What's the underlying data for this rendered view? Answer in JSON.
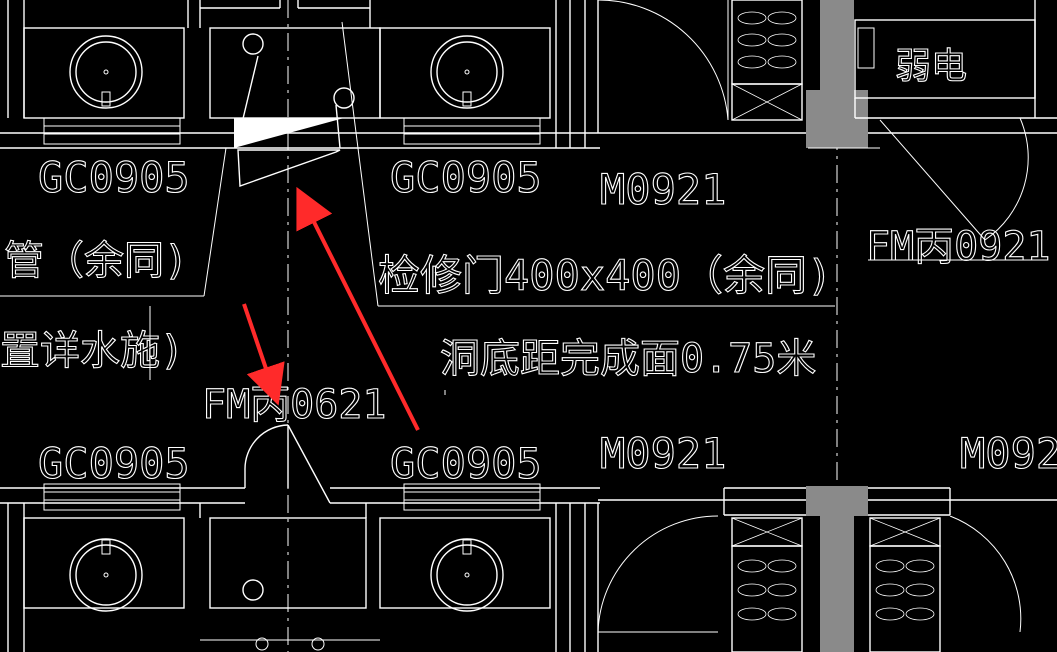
{
  "labels": {
    "gc_top_left": "GC0905",
    "gc_top_right": "GC0905",
    "gc_bottom_left": "GC0905",
    "gc_bottom_right": "GC0905",
    "m_upper": "M0921",
    "m_lower": "M0921",
    "m_lower_right": "M092",
    "fm_right": "FM丙0921",
    "fm_center": "FM丙0621",
    "weak_current": "弱电",
    "pipe_note": "管（余同)",
    "water_note": "置详水施)",
    "hatch_note": "检修门400x400（余同)",
    "hole_note": "洞底距完成面0.75米"
  },
  "colors": {
    "background": "#000000",
    "line": "#ffffff",
    "column_fill": "#8a8a8a",
    "arrow": "#ff2a2a"
  }
}
